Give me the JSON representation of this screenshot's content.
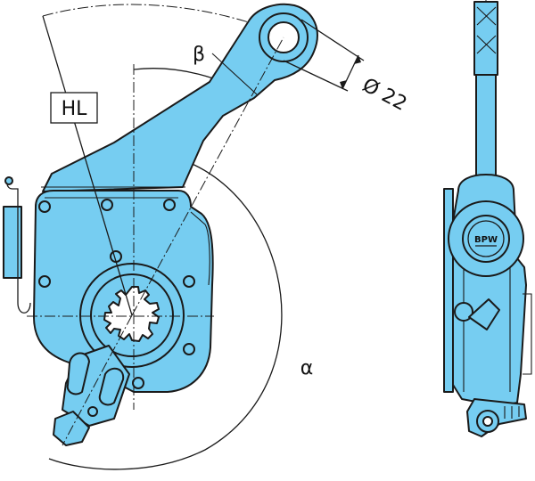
{
  "colors": {
    "part_fill": "#76cdf1",
    "part_shade": "#4fb3e0",
    "outline": "#1a1a1a",
    "background": "#ffffff"
  },
  "labels": {
    "lever_length": "HL",
    "arm_angle": "β",
    "swing_angle": "α",
    "pin_diameter": "Ø 22"
  },
  "logo": {
    "text": "BPW"
  }
}
